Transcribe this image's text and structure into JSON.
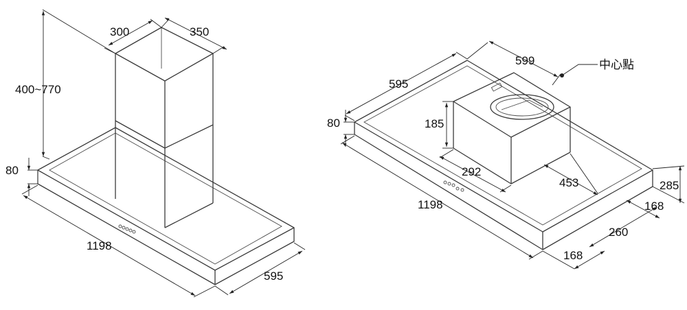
{
  "left_view": {
    "chimney_depth": "300",
    "chimney_width": "350",
    "chimney_height": "400~770",
    "body_thickness": "80",
    "body_width": "1198",
    "body_depth": "595"
  },
  "right_view": {
    "body_depth": "595",
    "chimney_width": "599",
    "center_point_label": "中心點",
    "body_thickness": "80",
    "box_height": "185",
    "box_depth": "292",
    "box_width": "453",
    "body_width": "1198",
    "body_height_right": "285",
    "offset_right_top": "168",
    "center_span": "260",
    "offset_right_bottom": "168"
  },
  "colors": {
    "line": "#3a3a3a",
    "text": "#111111",
    "background": "#ffffff"
  }
}
